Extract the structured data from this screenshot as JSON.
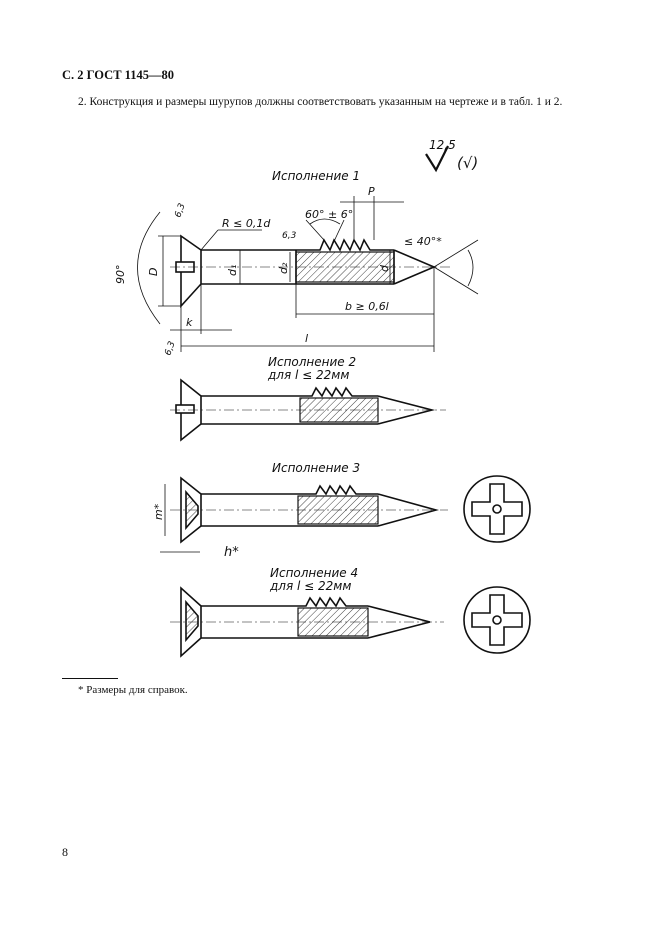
{
  "header": "С. 2 ГОСТ 1145—80",
  "paragraph": "2. Конструкция и размеры шурупов должны соответствовать указанным на чертеже и в табл. 1 и 2.",
  "roughness": {
    "value": "12,5",
    "paren": "(√)"
  },
  "variants": [
    {
      "title": "Исполнение 1",
      "subtitle": ""
    },
    {
      "title": "Исполнение 2",
      "subtitle": "для l ≤ 22мм"
    },
    {
      "title": "Исполнение 3",
      "subtitle": ""
    },
    {
      "title": "Исполнение 4",
      "subtitle": "для l ≤ 22мм"
    }
  ],
  "dimensions": {
    "R": "R ≤ 0,1d",
    "thread_angle": "60° ± 6°",
    "P": "P",
    "tip_angle": "≤ 40°*",
    "head_angle": "90°",
    "D": "D",
    "d1": "d₁",
    "d2": "d₂",
    "d": "d",
    "b": "b ≥ 0,6l",
    "l": "l",
    "k": "k",
    "m": "m*",
    "h": "h*",
    "rough_a": "6,3",
    "rough_b": "6,3",
    "rough_c": "6,3"
  },
  "footnote": "* Размеры для справок.",
  "page_number": "8"
}
